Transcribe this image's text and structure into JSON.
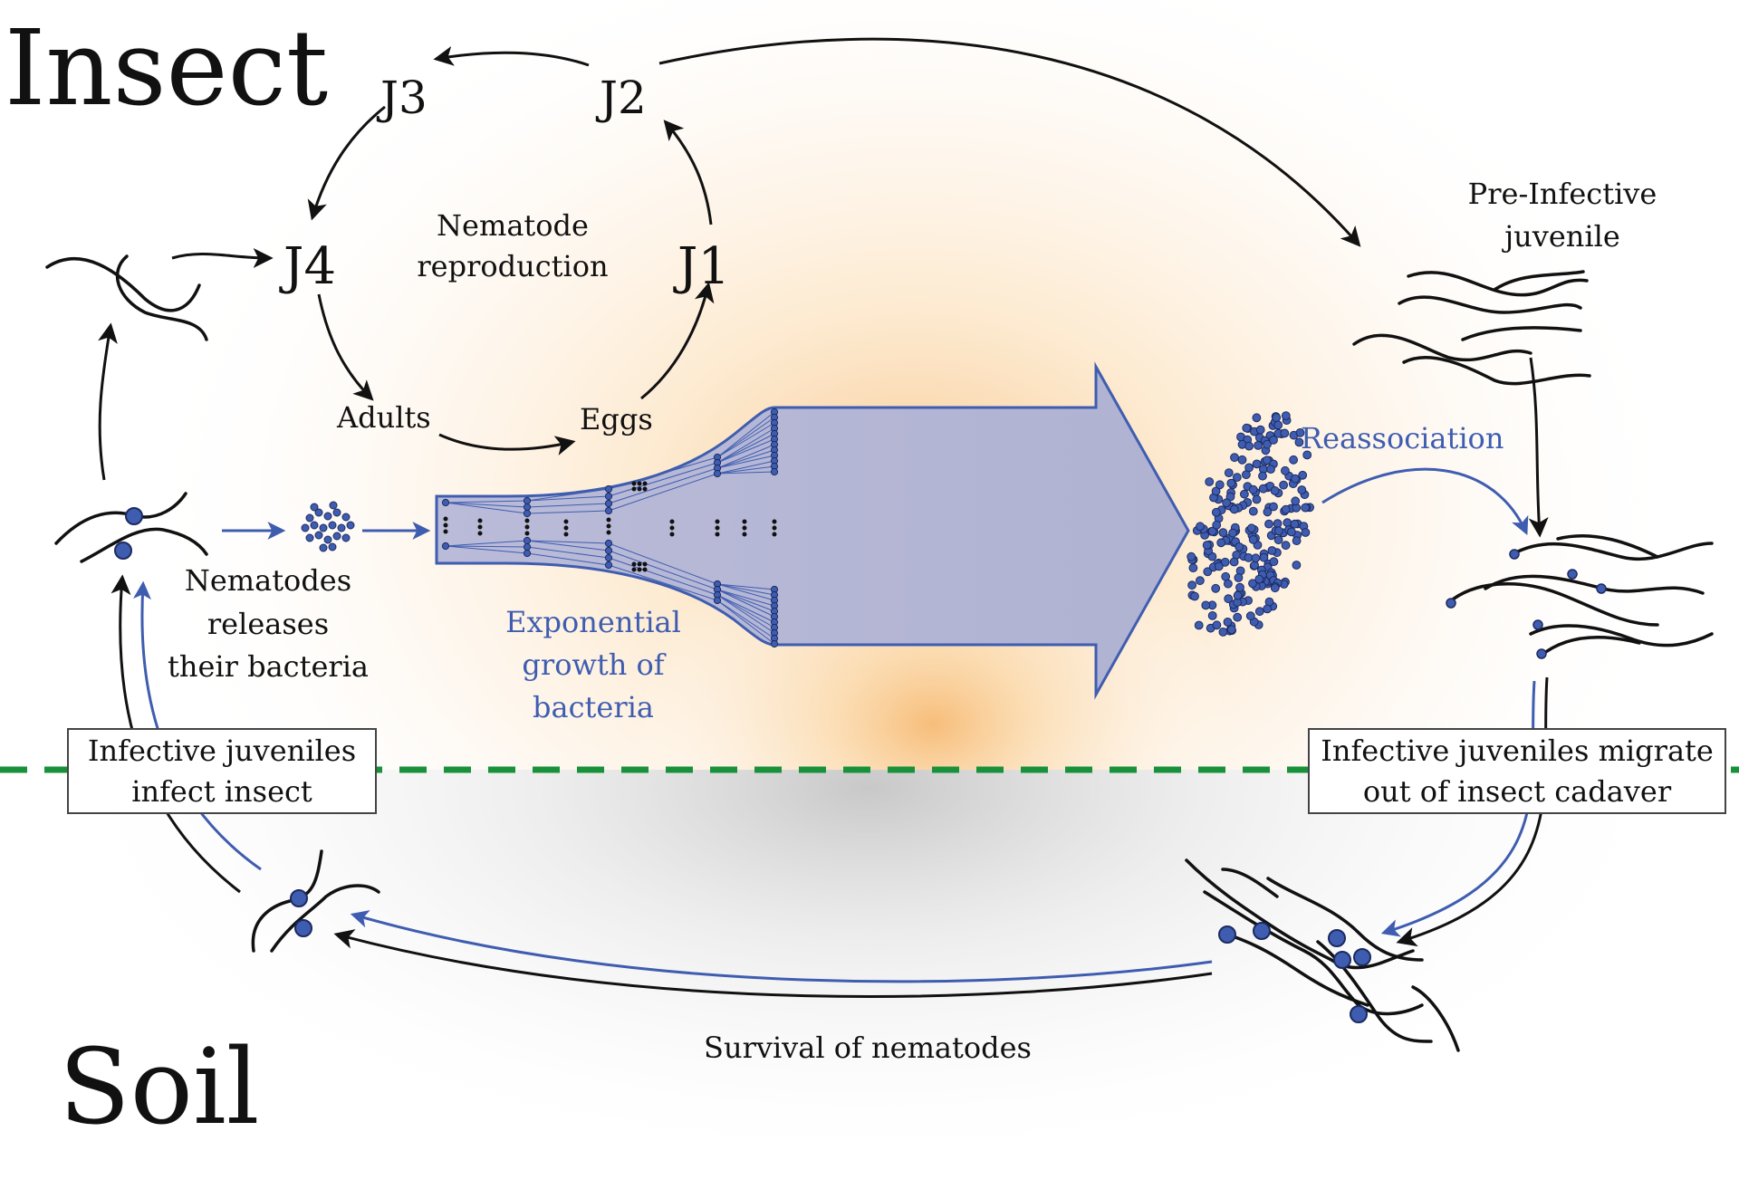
{
  "regions": {
    "insect": "Insect",
    "soil": "Soil"
  },
  "cycle": {
    "center_line1": "Nematode",
    "center_line2": "reproduction",
    "stages": {
      "j1": "J1",
      "j2": "J2",
      "j3": "J3",
      "j4": "J4",
      "adults": "Adults",
      "eggs": "Eggs"
    }
  },
  "labels": {
    "pre_infective_line1": "Pre-Infective",
    "pre_infective_line2": "juvenile",
    "reassociation": "Reassociation",
    "release_line1": "Nematodes",
    "release_line2": "releases",
    "release_line3": "their bacteria",
    "growth_line1": "Exponential",
    "growth_line2": "growth of",
    "growth_line3": "bacteria",
    "infect_line1": "Infective juveniles",
    "infect_line2": "infect insect",
    "migrate_line1": "Infective juveniles migrate",
    "migrate_line2": "out of insect cadaver",
    "survival": "Survival of nematodes"
  },
  "colors": {
    "bacteria_blue": "#3f5db0",
    "arrow_fill": "#b3b4d3",
    "boundary_green": "#18913a",
    "ink": "#111111",
    "glow_orange": "#f7b968",
    "soil_gray": "#a8a8a8"
  }
}
